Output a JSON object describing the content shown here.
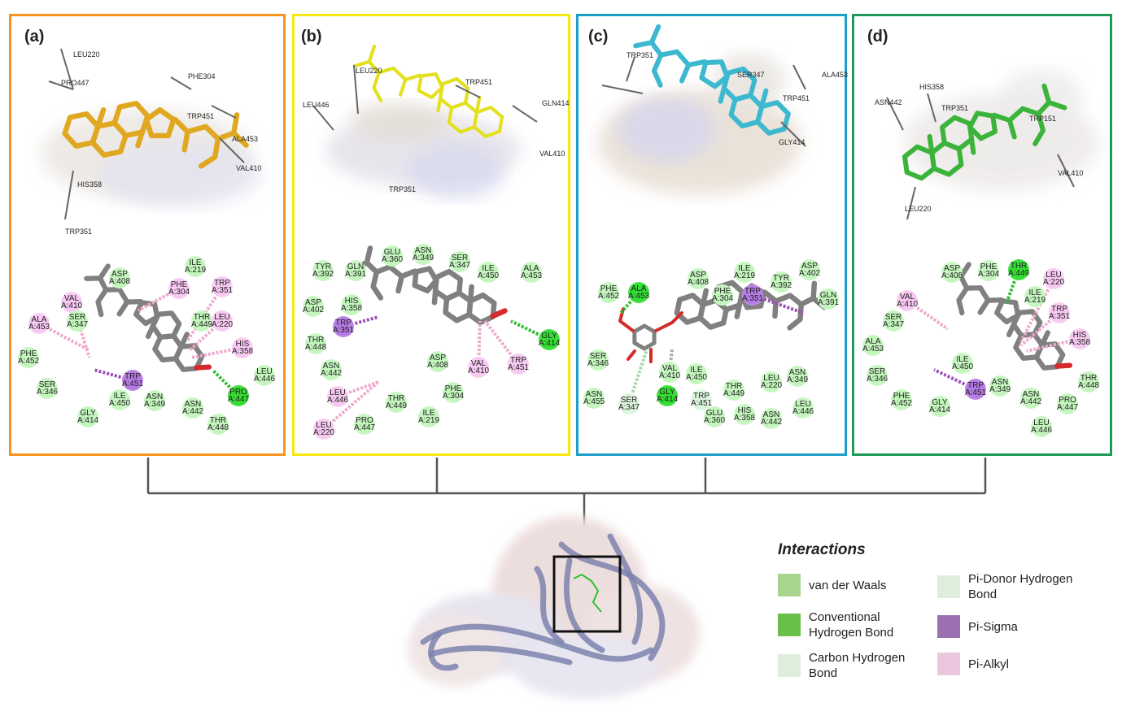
{
  "panels": [
    {
      "label": "(a)",
      "border_color": "#f7941d",
      "ligand_color": "#e0a820",
      "labels3d": [
        "LEU220",
        "PRO447",
        "PHE304",
        "TRP451",
        "ALA453",
        "VAL410",
        "HIS358",
        "TRP351"
      ],
      "residues": [
        {
          "name": "ILE",
          "id": "A:219",
          "type": "vdw"
        },
        {
          "name": "ASP",
          "id": "A:408",
          "type": "vdw"
        },
        {
          "name": "PHE",
          "id": "A:304",
          "type": "alkyl"
        },
        {
          "name": "TRP",
          "id": "A:351",
          "type": "alkyl"
        },
        {
          "name": "VAL",
          "id": "A:410",
          "type": "alkyl"
        },
        {
          "name": "SER",
          "id": "A:347",
          "type": "vdw"
        },
        {
          "name": "ALA",
          "id": "A:453",
          "type": "alkyl"
        },
        {
          "name": "THR",
          "id": "A:449",
          "type": "vdw"
        },
        {
          "name": "LEU",
          "id": "A:220",
          "type": "alkyl"
        },
        {
          "name": "HIS",
          "id": "A:358",
          "type": "alkyl"
        },
        {
          "name": "PHE",
          "id": "A:452",
          "type": "vdw"
        },
        {
          "name": "LEU",
          "id": "A:446",
          "type": "vdw"
        },
        {
          "name": "TRP",
          "id": "A:451",
          "type": "sigma"
        },
        {
          "name": "SER",
          "id": "A:346",
          "type": "vdw"
        },
        {
          "name": "PRO",
          "id": "A:447",
          "type": "conv"
        },
        {
          "name": "ILE",
          "id": "A:450",
          "type": "vdw"
        },
        {
          "name": "ASN",
          "id": "A:349",
          "type": "vdw"
        },
        {
          "name": "ASN",
          "id": "A:442",
          "type": "vdw"
        },
        {
          "name": "GLY",
          "id": "A:414",
          "type": "vdw"
        },
        {
          "name": "THR",
          "id": "A:448",
          "type": "vdw"
        }
      ]
    },
    {
      "label": "(b)",
      "border_color": "#f7e80f",
      "ligand_color": "#e3e020",
      "labels3d": [
        "LEU220",
        "LEU446",
        "TRP451",
        "GLN414",
        "VAL410",
        "TRP351"
      ],
      "residues": [
        {
          "name": "GLU",
          "id": "A:360",
          "type": "vdw"
        },
        {
          "name": "ASN",
          "id": "A:349",
          "type": "vdw"
        },
        {
          "name": "SER",
          "id": "A:347",
          "type": "vdw"
        },
        {
          "name": "ILE",
          "id": "A:450",
          "type": "vdw"
        },
        {
          "name": "ALA",
          "id": "A:453",
          "type": "vdw"
        },
        {
          "name": "TYR",
          "id": "A:392",
          "type": "vdw"
        },
        {
          "name": "GLN",
          "id": "A:391",
          "type": "vdw"
        },
        {
          "name": "ASP",
          "id": "A:402",
          "type": "vdw"
        },
        {
          "name": "HIS",
          "id": "A:358",
          "type": "vdw"
        },
        {
          "name": "TRP",
          "id": "A:351",
          "type": "sigma"
        },
        {
          "name": "THR",
          "id": "A:448",
          "type": "vdw"
        },
        {
          "name": "ASN",
          "id": "A:442",
          "type": "vdw"
        },
        {
          "name": "ASP",
          "id": "A:408",
          "type": "vdw"
        },
        {
          "name": "VAL",
          "id": "A:410",
          "type": "alkyl"
        },
        {
          "name": "TRP",
          "id": "A:451",
          "type": "alkyl"
        },
        {
          "name": "GLY",
          "id": "A:414",
          "type": "conv"
        },
        {
          "name": "LEU",
          "id": "A:446",
          "type": "alkyl"
        },
        {
          "name": "THR",
          "id": "A:449",
          "type": "vdw"
        },
        {
          "name": "PHE",
          "id": "A:304",
          "type": "vdw"
        },
        {
          "name": "ILE",
          "id": "A:219",
          "type": "vdw"
        },
        {
          "name": "PRO",
          "id": "A:447",
          "type": "vdw"
        },
        {
          "name": "LEU",
          "id": "A:220",
          "type": "alkyl"
        }
      ]
    },
    {
      "label": "(c)",
      "border_color": "#1b9fc9",
      "ligand_color": "#3cb8cf",
      "labels3d": [
        "TRP351",
        "SER347",
        "ALA453",
        "TRP451",
        "GLY414"
      ],
      "residues": [
        {
          "name": "PHE",
          "id": "A:452",
          "type": "vdw"
        },
        {
          "name": "ALA",
          "id": "A:453",
          "type": "conv"
        },
        {
          "name": "ASP",
          "id": "A:408",
          "type": "vdw"
        },
        {
          "name": "ILE",
          "id": "A:219",
          "type": "vdw"
        },
        {
          "name": "PHE",
          "id": "A:304",
          "type": "vdw"
        },
        {
          "name": "TRP",
          "id": "A:351",
          "type": "sigma"
        },
        {
          "name": "TYR",
          "id": "A:392",
          "type": "vdw"
        },
        {
          "name": "ASP",
          "id": "A:402",
          "type": "vdw"
        },
        {
          "name": "GLN",
          "id": "A:391",
          "type": "vdw"
        },
        {
          "name": "SER",
          "id": "A:346",
          "type": "vdw"
        },
        {
          "name": "VAL",
          "id": "A:410",
          "type": "vdw"
        },
        {
          "name": "ILE",
          "id": "A:450",
          "type": "vdw"
        },
        {
          "name": "GLY",
          "id": "A:414",
          "type": "conv"
        },
        {
          "name": "TRP",
          "id": "A:451",
          "type": "carbon"
        },
        {
          "name": "THR",
          "id": "A:449",
          "type": "vdw"
        },
        {
          "name": "LEU",
          "id": "A:220",
          "type": "vdw"
        },
        {
          "name": "ASN",
          "id": "A:349",
          "type": "vdw"
        },
        {
          "name": "ASN",
          "id": "A:455",
          "type": "vdw"
        },
        {
          "name": "SER",
          "id": "A:347",
          "type": "carbon"
        },
        {
          "name": "GLU",
          "id": "A:360",
          "type": "vdw"
        },
        {
          "name": "HIS",
          "id": "A:358",
          "type": "vdw"
        },
        {
          "name": "ASN",
          "id": "A:442",
          "type": "vdw"
        },
        {
          "name": "LEU",
          "id": "A:446",
          "type": "vdw"
        }
      ]
    },
    {
      "label": "(d)",
      "border_color": "#1e9a5b",
      "ligand_color": "#3cb43c",
      "labels3d": [
        "HIS358",
        "ASN442",
        "TRP351",
        "TRP151",
        "VAL410",
        "LEU220"
      ],
      "residues": [
        {
          "name": "ASP",
          "id": "A:408",
          "type": "vdw"
        },
        {
          "name": "PHE",
          "id": "A:304",
          "type": "vdw"
        },
        {
          "name": "THR",
          "id": "A:449",
          "type": "conv"
        },
        {
          "name": "LEU",
          "id": "A:220",
          "type": "alkyl"
        },
        {
          "name": "ILE",
          "id": "A:219",
          "type": "vdw"
        },
        {
          "name": "VAL",
          "id": "A:410",
          "type": "alkyl"
        },
        {
          "name": "TRP",
          "id": "A:351",
          "type": "alkyl"
        },
        {
          "name": "SER",
          "id": "A:347",
          "type": "vdw"
        },
        {
          "name": "HIS",
          "id": "A:358",
          "type": "alkyl"
        },
        {
          "name": "ALA",
          "id": "A:453",
          "type": "vdw"
        },
        {
          "name": "ILE",
          "id": "A:450",
          "type": "vdw"
        },
        {
          "name": "SER",
          "id": "A:346",
          "type": "vdw"
        },
        {
          "name": "TRP",
          "id": "A:451",
          "type": "sigma"
        },
        {
          "name": "ASN",
          "id": "A:349",
          "type": "vdw"
        },
        {
          "name": "THR",
          "id": "A:448",
          "type": "vdw"
        },
        {
          "name": "ASN",
          "id": "A:442",
          "type": "vdw"
        },
        {
          "name": "PRO",
          "id": "A:447",
          "type": "vdw"
        },
        {
          "name": "PHE",
          "id": "A:452",
          "type": "vdw"
        },
        {
          "name": "GLY",
          "id": "A:414",
          "type": "vdw"
        },
        {
          "name": "LEU",
          "id": "A:446",
          "type": "vdw"
        }
      ]
    }
  ],
  "legend": {
    "title": "Interactions",
    "items": [
      {
        "label": "van der Waals",
        "color": "#a8d58e"
      },
      {
        "label": "Conventional Hydrogen Bond",
        "color": "#6abf4b"
      },
      {
        "label": "Carbon Hydrogen Bond",
        "color": "#dfeedc"
      },
      {
        "label": "Pi-Donor Hydrogen Bond",
        "color": "#dfeedc"
      },
      {
        "label": "Pi-Sigma",
        "color": "#9c6fb0"
      },
      {
        "label": "Pi-Alkyl",
        "color": "#ebc7df"
      }
    ]
  }
}
